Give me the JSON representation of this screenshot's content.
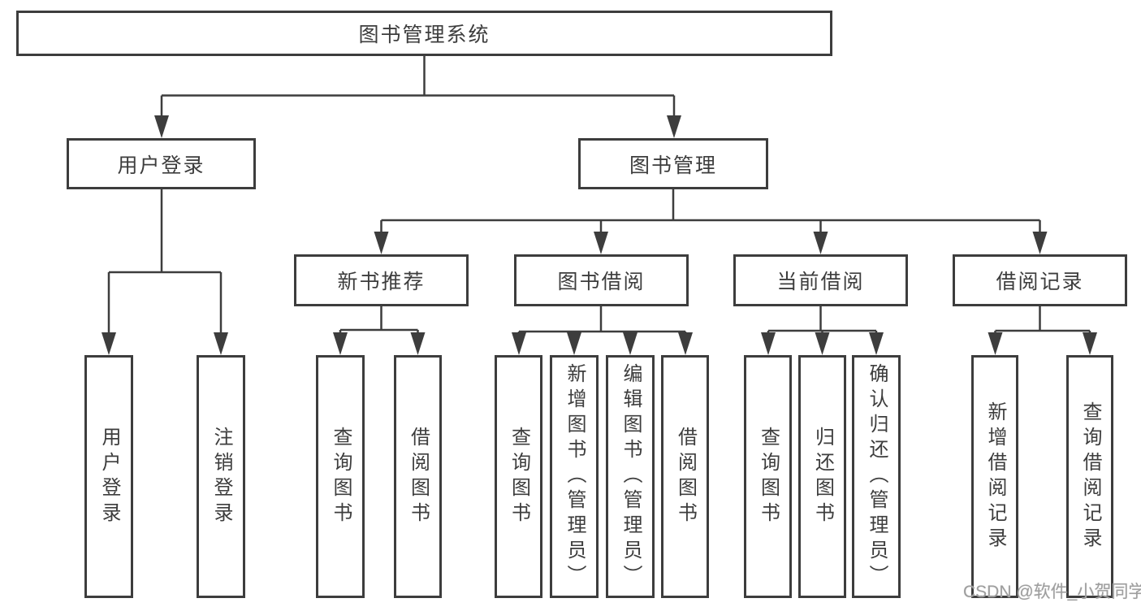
{
  "diagram": {
    "type": "hierarchy-tree",
    "line_color": "#3d3d3d",
    "text_color": "#3d3d3d",
    "background_color": "#ffffff"
  },
  "nodes": {
    "root": {
      "label": "图书管理系统"
    },
    "level2": [
      {
        "label": "用户登录",
        "parent": "图书管理系统"
      },
      {
        "label": "图书管理",
        "parent": "图书管理系统"
      }
    ],
    "level3": [
      {
        "label": "新书推荐",
        "parent": "图书管理"
      },
      {
        "label": "图书借阅",
        "parent": "图书管理"
      },
      {
        "label": "当前借阅",
        "parent": "图书管理"
      },
      {
        "label": "借阅记录",
        "parent": "图书管理"
      }
    ],
    "leaves": [
      {
        "label": "用户登录",
        "parent": "用户登录"
      },
      {
        "label": "注销登录",
        "parent": "用户登录"
      },
      {
        "label": "查询图书",
        "parent": "新书推荐"
      },
      {
        "label": "借阅图书",
        "parent": "新书推荐"
      },
      {
        "label": "查询图书",
        "parent": "图书借阅"
      },
      {
        "label": "新增图书（管理员）",
        "parent": "图书借阅"
      },
      {
        "label": "编辑图书（管理员）",
        "parent": "图书借阅"
      },
      {
        "label": "借阅图书",
        "parent": "图书借阅"
      },
      {
        "label": "查询图书",
        "parent": "当前借阅"
      },
      {
        "label": "归还图书",
        "parent": "当前借阅"
      },
      {
        "label": "确认归还（管理员）",
        "parent": "当前借阅"
      },
      {
        "label": "新增借阅记录",
        "parent": "借阅记录"
      },
      {
        "label": "查询借阅记录",
        "parent": "借阅记录"
      }
    ]
  },
  "watermark": {
    "text": "CSDN @软件_小贺同学",
    "color": "#9e9e9e"
  }
}
